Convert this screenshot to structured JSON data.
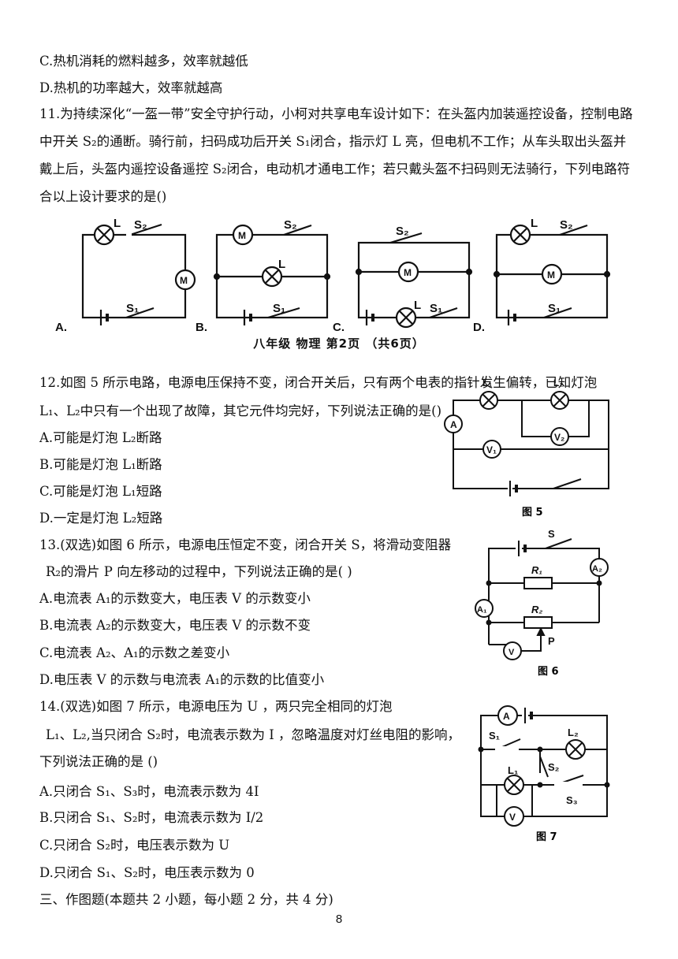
{
  "lines": {
    "q10c": "C.热机消耗的燃料越多，效率就越低",
    "q10d": "D.热机的功率越大，效率就越高",
    "q11": "11.为持续深化“一盔一带”安全守护行动，小柯对共享电车设计如下：在头盔内加装遥控设备，控制电路中开关 S₂的通断。骑行前，扫码成功后开关 S₁闭合，指示灯 L 亮，但电机不工作；从车头取出头盔并戴上后，头盔内遥控设备遥控 S₂闭合，电动机才通电工作；若只戴头盔不扫码则无法骑行，下列电路符合以上设计要求的是()",
    "footer": "八年级   物理   第2页   （共6页）",
    "q12a": "12.如图 5 所示电路，电源电压保持不变，闭合开关后，只有两个电表的指针发生偏转，已知灯泡",
    "q12b": "L₁、L₂中只有一个出现了故障，其它元件均完好，下列说法正确的是()",
    "q12A": "A.可能是灯泡 L₂断路",
    "q12B": "B.可能是灯泡 L₁断路",
    "q12C": "C.可能是灯泡 L₁短路",
    "q12D": "D.一定是灯泡 L₂短路",
    "q13a": "13.(双选)如图 6 所示，电源电压恒定不变，闭合开关 S，将滑动变阻器",
    "q13b": "R₂的滑片 P 向左移动的过程中，下列说法正确的是(     )",
    "q13A": "A.电流表 A₁的示数变大，电压表 V 的示数变小",
    "q13B": "B.电流表 A₂的示数变大，电压表 V 的示数不变",
    "q13C": "C.电流表 A₂、A₁的示数之差变小",
    "q13D": "D.电压表 V 的示数与电流表 A₁的示数的比值变小",
    "q14a": "14.(双选)如图 7 所示，电源电压为 U ，两只完全相同的灯泡",
    "q14b": "L₁、L₂,当只闭合 S₂时，电流表示数为 I ，忽略温度对灯丝电阻的影响，",
    "q14c": "下列说法正确的是 ()",
    "q14A": "A.只闭合 S₁、S₃时，电流表示数为 4I",
    "q14B": "B.只闭合 S₁、S₂时，电流表示数为 I/2",
    "q14C": "C.只闭合 S₂时，电压表示数为 U",
    "q14D": "D.只闭合 S₁、S₂时，电压表示数为 0",
    "sec3": "三、作图题(本题共 2 小题，每小题 2 分，共 4 分)"
  },
  "circuits": {
    "labels": [
      "A.",
      "B.",
      "C.",
      "D."
    ],
    "lamp": "L",
    "motor": "M",
    "s1": "S₁",
    "s2": "S₂"
  },
  "fig5": {
    "caption": "图 5",
    "L1": "L₁",
    "L2": "L₂",
    "A": "A",
    "V1": "V₁",
    "V2": "V₂"
  },
  "fig6": {
    "caption": "图 6",
    "S": "S",
    "R1": "R₁",
    "R2": "R₂",
    "A1": "A₁",
    "A2": "A₂",
    "V": "V",
    "P": "P"
  },
  "fig7": {
    "caption": "图 7",
    "A": "A",
    "V": "V",
    "L1": "L₁",
    "L2": "L₂",
    "S1": "S₁",
    "S2": "S₂",
    "S3": "S₃"
  },
  "page_number": "8"
}
